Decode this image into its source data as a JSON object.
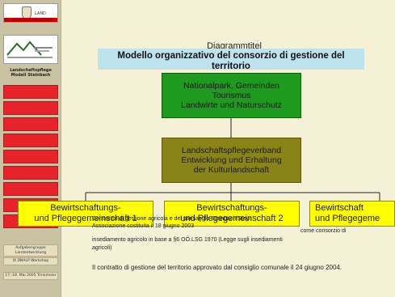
{
  "sidebar": {
    "logo_top_text": "LAND",
    "caption": "Landschaftspflege Modell Steinbach",
    "note1": "Aufgabengruppe Landentwicklung",
    "note2": "IX DNALP Workshop",
    "note3": "17.-18. Mai 2005 Trinkmeier"
  },
  "diagram": {
    "chart_title": "Diagrammtitel",
    "banner": "Modello organizzativo del consorzio di gestione del territorio",
    "top_box": [
      "Nationalpark, Gemeinden",
      "Tourismus",
      "Landwirte und Naturschutz"
    ],
    "mid_box": [
      "Landschaftspflegeverband",
      "Entwicklung und Erhaltung",
      "der Kulturlandschaft"
    ],
    "leaf_boxes": [
      {
        "line1": "Bewirtschaftungs-",
        "line2": "und Pflegegemeinschaft 1"
      },
      {
        "line1": "Bewirtschaftungs-",
        "line2": "und Pflegegemeinschaft 2"
      },
      {
        "line1": "Bewirtschaft",
        "line2": "und Pflegegeme"
      }
    ]
  },
  "text": {
    "para1_line1": "Consorzio di gestione agricola e del paesaggio Steinbach/Steyr",
    "para1_line2": "Associazione costituita il 18 giugno 2003",
    "para1_line2_b": "come consorzio di",
    "para1_line3": "insediamento agricolo in base a §6 OÖ.LSG 1970 (Legge sugli insediamenti",
    "para1_line4": "agricoli)",
    "para2": "Il contratto di gestione del territorio approvato dal consiglio comunale il 24 giugno 2004."
  }
}
